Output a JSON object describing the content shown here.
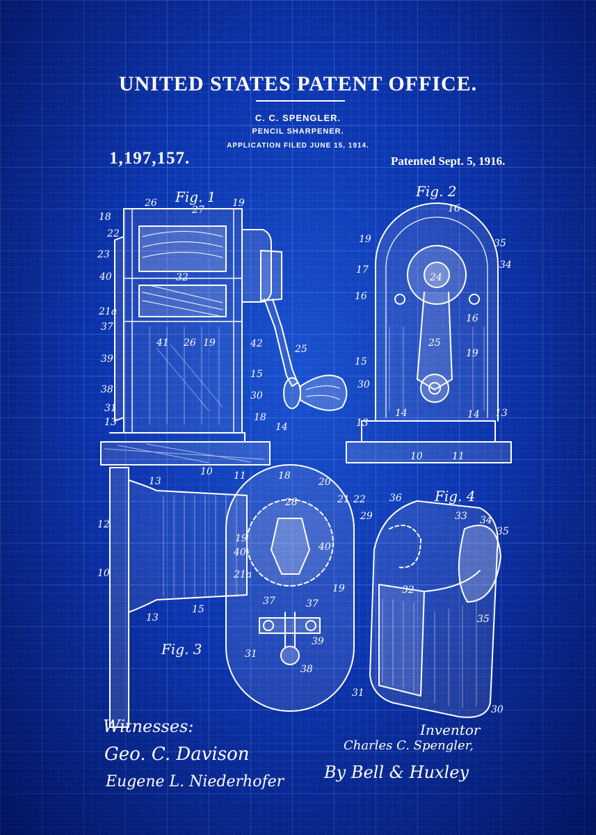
{
  "header": {
    "office": "UNITED STATES PATENT OFFICE.",
    "inventor": "C. C. SPENGLER.",
    "title": "PENCIL SHARPENER.",
    "filed": "APPLICATION FILED JUNE 15, 1914.",
    "number": "1,197,157.",
    "patented": "Patented Sept. 5, 1916."
  },
  "figures": {
    "fig1": "Fig. 1",
    "fig2": "Fig. 2",
    "fig3": "Fig. 3",
    "fig4": "Fig. 4"
  },
  "reference_numerals": {
    "fig1": [
      "26",
      "27",
      "19",
      "18",
      "22",
      "23",
      "40",
      "32",
      "21a",
      "37",
      "41",
      "26",
      "19",
      "42",
      "25",
      "39",
      "15",
      "38",
      "30",
      "31",
      "13",
      "18",
      "14",
      "10",
      "11"
    ],
    "fig2": [
      "16",
      "19",
      "35",
      "17",
      "24",
      "34",
      "16",
      "16",
      "25",
      "19",
      "15",
      "30",
      "13",
      "14",
      "14",
      "13",
      "10",
      "11"
    ],
    "fig3": [
      "13",
      "12",
      "10",
      "15",
      "13",
      "18",
      "20",
      "28",
      "21",
      "22",
      "19",
      "40",
      "40",
      "21a",
      "19",
      "37",
      "37",
      "39",
      "31",
      "38"
    ],
    "fig4": [
      "36",
      "29",
      "33",
      "34",
      "35",
      "32",
      "35",
      "31",
      "30"
    ]
  },
  "signatures": {
    "witnesses_label": "Witnesses:",
    "witness1": "Geo. C. Davison",
    "witness2": "Eugene L. Niederhofer",
    "inventor_label": "Inventor",
    "inventor_name": "Charles C. Spengler,",
    "attorney": "By Bell & Huxley"
  },
  "colors": {
    "background": "#0a2fa6",
    "grid": "#78aaff",
    "ink": "#ffffff"
  }
}
